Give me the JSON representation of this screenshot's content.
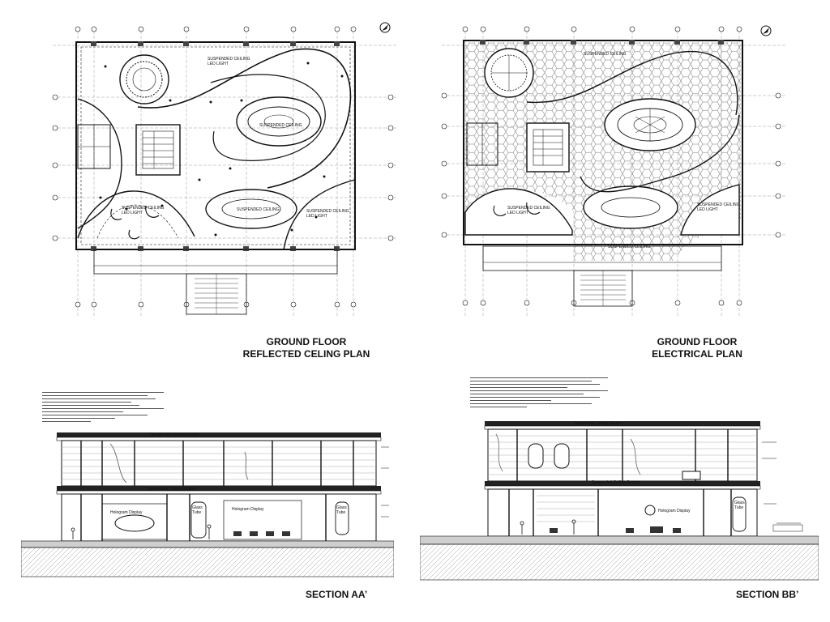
{
  "drawings": {
    "rcp": {
      "title_line1": "GROUND FLOOR",
      "title_line2": "REFLECTED CELING PLAN"
    },
    "electrical": {
      "title_line1": "GROUND FLOOR",
      "title_line2": "ELECTRICAL PLAN"
    },
    "section_aa": {
      "title": "SECTION AA’"
    },
    "section_bb": {
      "title": "SECTION BB’"
    }
  },
  "colors": {
    "line": "#111111",
    "hatch": "#8a8a8a",
    "ground": "#d8d8d8"
  }
}
